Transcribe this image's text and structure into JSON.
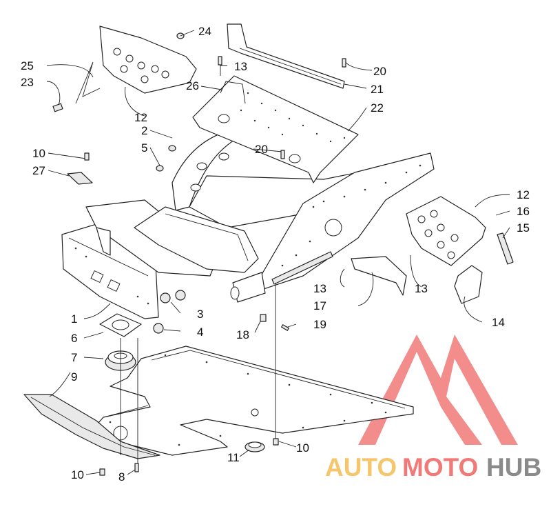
{
  "callouts": {
    "c1": "1",
    "c2": "2",
    "c3": "3",
    "c4": "4",
    "c5": "5",
    "c6": "6",
    "c7": "7",
    "c8": "8",
    "c9": "9",
    "c10a": "10",
    "c10b": "10",
    "c10c": "10",
    "c11": "11",
    "c12a": "12",
    "c12b": "12",
    "c13a": "13",
    "c13b": "13",
    "c13c": "13",
    "c14": "14",
    "c15": "15",
    "c16": "16",
    "c17": "17",
    "c18": "18",
    "c19": "19",
    "c20a": "20",
    "c20b": "20",
    "c21": "21",
    "c22": "22",
    "c23": "23",
    "c24": "24",
    "c25": "25",
    "c26": "26",
    "c27": "27"
  },
  "watermark": {
    "text_part1": "AUTO",
    "text_part2": "MOTO",
    "text_part3": "HUB",
    "color_logo": "#f07a78",
    "color_auto": "#f6c66c",
    "color_moto": "#f07a78",
    "color_hub": "#888888"
  }
}
